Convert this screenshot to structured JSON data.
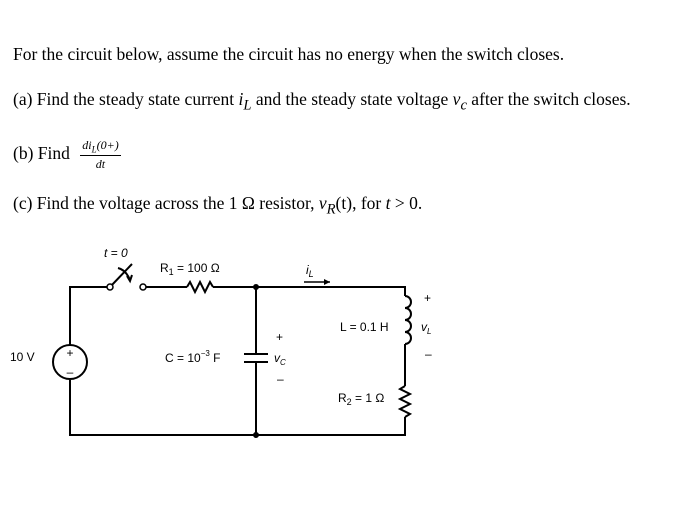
{
  "problem": {
    "intro": "For the circuit below, assume the circuit has no energy when the switch closes.",
    "part_a": {
      "prefix": "(a) Find the steady state current ",
      "var1": "i",
      "sub1": "L",
      "middle": " and the steady state voltage ",
      "var2": "v",
      "sub2": "c",
      "suffix": " after the switch closes."
    },
    "part_b": {
      "prefix": "(b) Find",
      "numerator": "di",
      "numerator_sub": "L",
      "numerator_tail": "(0+)",
      "denominator": "dt"
    },
    "part_c": {
      "prefix": "(c) Find the voltage across the 1 Ω resistor, ",
      "var": "v",
      "sub": "R",
      "arg": "(t)",
      "middle": ", for ",
      "t": "t",
      "suffix": " > 0."
    }
  },
  "circuit": {
    "switch_label": "t = 0",
    "r1_label": "R",
    "r1_sub": "1",
    "r1_value": " = 100 Ω",
    "current_label": "i",
    "current_sub": "L",
    "inductor_label": "L = 0.1 H",
    "vl_label": "v",
    "vl_sub": "L",
    "capacitor_label": "C = 10",
    "capacitor_exp": "−3",
    "capacitor_unit": " F",
    "vc_label": "v",
    "vc_sub": "C",
    "source_label": "10 V",
    "r2_label": "R",
    "r2_sub": "2",
    "r2_value": " = 1 Ω",
    "plus": "+",
    "minus": "–"
  }
}
